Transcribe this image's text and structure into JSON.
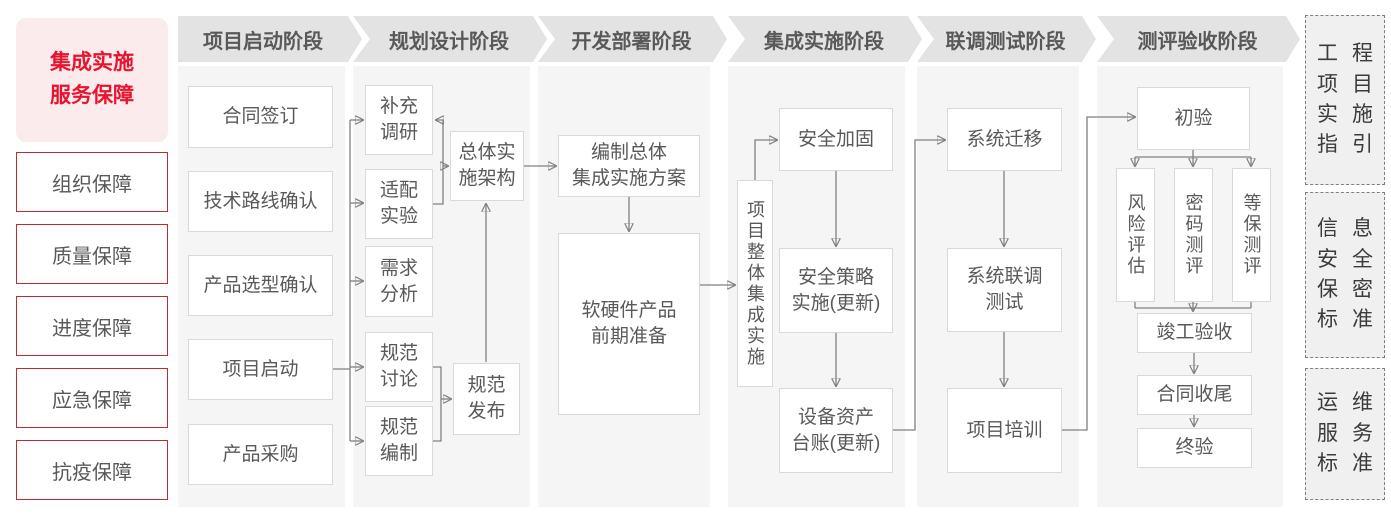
{
  "sidebar": {
    "title_lines": [
      "集成实施",
      "服务保障"
    ],
    "items": [
      "组织保障",
      "质量保障",
      "进度保障",
      "应急保障",
      "抗疫保障"
    ]
  },
  "phases": [
    "项目启动阶段",
    "规划设计阶段",
    "开发部署阶段",
    "集成实施阶段",
    "联调测试阶段",
    "测评验收阶段"
  ],
  "nodes": {
    "contract_signing": "合同签订",
    "tech_route_confirm": "技术路线确认",
    "product_selection_confirm": "产品选型确认",
    "project_kickoff": "项目启动",
    "product_procurement": "产品采购",
    "supplementary_research": [
      "补充",
      "调研"
    ],
    "adaptation_test": [
      "适配",
      "实验"
    ],
    "requirement_analysis": [
      "需求",
      "分析"
    ],
    "spec_discussion": [
      "规范",
      "讨论"
    ],
    "spec_compilation": [
      "规范",
      "编制"
    ],
    "overall_architecture": [
      "总体实",
      "施架构"
    ],
    "spec_release": [
      "规范",
      "发布"
    ],
    "overall_plan": [
      "编制总体",
      "集成实施方案"
    ],
    "product_preparation": [
      "软硬件产品",
      "前期准备"
    ],
    "overall_integration": "项目整体集成实施",
    "security_hardening": "安全加固",
    "security_policy": [
      "安全策略",
      "实施(更新)"
    ],
    "asset_ledger": [
      "设备资产",
      "台账(更新)"
    ],
    "system_migration": "系统迁移",
    "joint_testing": [
      "系统联调",
      "测试"
    ],
    "project_training": "项目培训",
    "initial_acceptance": "初验",
    "risk_assessment": "风险评估",
    "crypto_evaluation": "密码测评",
    "mlps_evaluation": "等保测评",
    "completion_acceptance": "竣工验收",
    "contract_closure": "合同收尾",
    "final_acceptance": "终验"
  },
  "standards": [
    {
      "lines": [
        "工程",
        "项目",
        "实施",
        "指引"
      ]
    },
    {
      "lines": [
        "信息",
        "安全",
        "保密",
        "标准"
      ]
    },
    {
      "lines": [
        "运维",
        "服务",
        "标准"
      ]
    }
  ],
  "colors": {
    "accent_red": "#e8132e",
    "sidebar_border_red": "#c02b33",
    "sidebar_title_bg": "#fcebec",
    "header_bg": "#e3e3e3",
    "panel_bg": "#f5f5f5",
    "node_border": "#d9d9d9",
    "text_gray": "#595959",
    "line_gray": "#808080"
  }
}
